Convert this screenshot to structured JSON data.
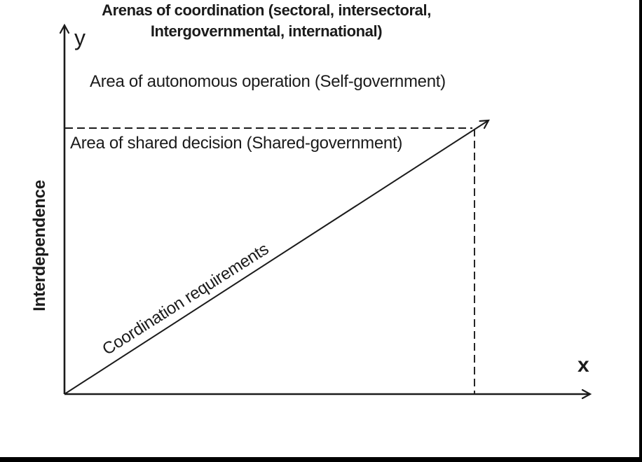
{
  "diagram": {
    "y_axis_symbol": "y",
    "x_axis_symbol": "x",
    "y_axis_title": "Interdependence",
    "x_axis_title_lines": [
      "Arenas of coordination (sectoral, intersectoral,",
      "Intergovernmental, international)"
    ],
    "region_upper_label": "Area of autonomous operation (Self-government)",
    "region_lower_label": "Area of shared decision (Shared-government)",
    "diagonal_label": "Coordination requirements",
    "colors": {
      "ink": "#1b1b1b",
      "background": "#ffffff",
      "frame": "#000000"
    }
  }
}
